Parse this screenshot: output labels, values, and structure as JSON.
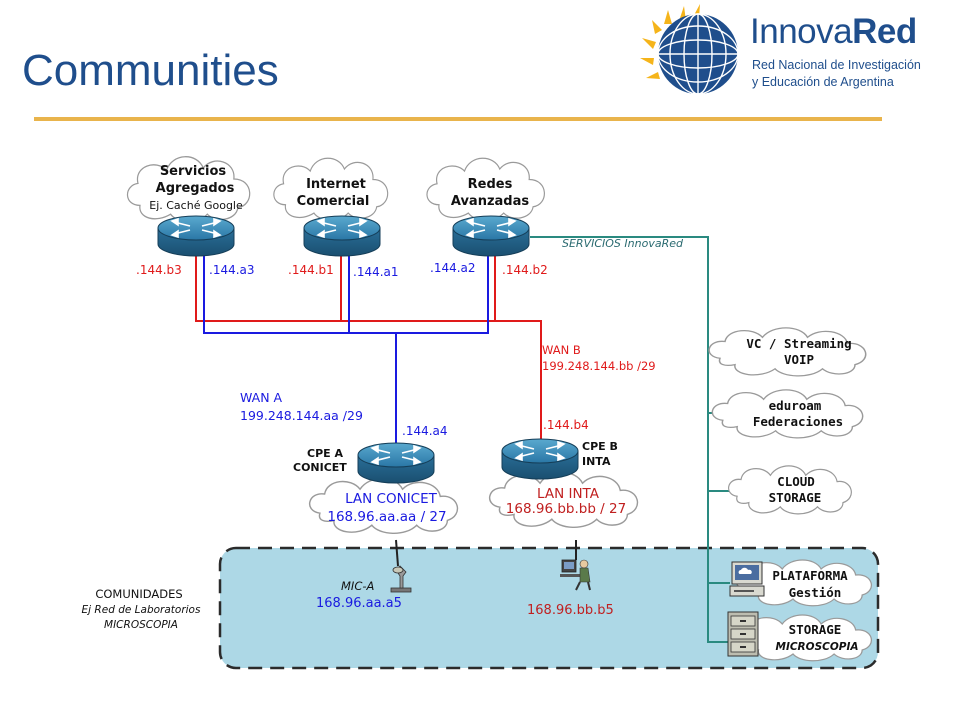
{
  "header": {
    "title": "Communities",
    "logo": {
      "name_part1": "Innova",
      "name_part2": "Red",
      "subtitle_line1": "Red Nacional de Investigación",
      "subtitle_line2": "y Educación de Argentina"
    }
  },
  "colors": {
    "title": "#1f4e8c",
    "rule": "#e9b44c",
    "wan_a": "#1a1ae0",
    "wan_b": "#e01a1a",
    "services_line": "#2a8a80",
    "community_fill": "#add8e6"
  },
  "clouds": {
    "servicios": {
      "line1": "Servicios",
      "line2": "Agregados",
      "line3": "Ej. Caché Google"
    },
    "internet": {
      "line1": "Internet",
      "line2": "Comercial"
    },
    "redes": {
      "line1": "Redes",
      "line2": "Avanzadas"
    },
    "lan_conicet": {
      "line1": "LAN CONICET",
      "line2": "168.96.aa.aa / 27"
    },
    "lan_inta": {
      "line1": "LAN INTA",
      "line2": "168.96.bb.bb / 27"
    },
    "vc": {
      "line1": "VC / Streaming",
      "line2": "VOIP"
    },
    "eduroam": {
      "line1": "eduroam",
      "line2": "Federaciones"
    },
    "cloud_storage": {
      "line1": "CLOUD",
      "line2": "STORAGE"
    },
    "plataforma": {
      "line1": "PLATAFORMA",
      "line2": "Gestión"
    },
    "storage": {
      "line1": "STORAGE",
      "line2": "MICROSCOPIA"
    }
  },
  "interfaces": {
    "b3": ".144.b3",
    "a3": ".144.a3",
    "b1": ".144.b1",
    "a1": ".144.a1",
    "a2": ".144.a2",
    "b2": ".144.b2",
    "a4": ".144.a4",
    "b4": ".144.b4"
  },
  "labels": {
    "servicios_innovared": "SERVICIOS InnovaRed",
    "wan_a_line1": "WAN A",
    "wan_a_line2": "199.248.144.aa /29",
    "wan_b_line1": "WAN B",
    "wan_b_line2": "199.248.144.bb /29",
    "cpe_a_line1": "CPE A",
    "cpe_a_line2": "CONICET",
    "cpe_b_line1": "CPE B",
    "cpe_b_line2": "INTA",
    "mic_a": "MIC-A",
    "mic_a_ip": "168.96.aa.a5",
    "user_ip": "168.96.bb.b5",
    "comunidades_line1": "COMUNIDADES",
    "comunidades_line2": "Ej Red de Laboratorios",
    "comunidades_line3": "MICROSCOPIA"
  }
}
